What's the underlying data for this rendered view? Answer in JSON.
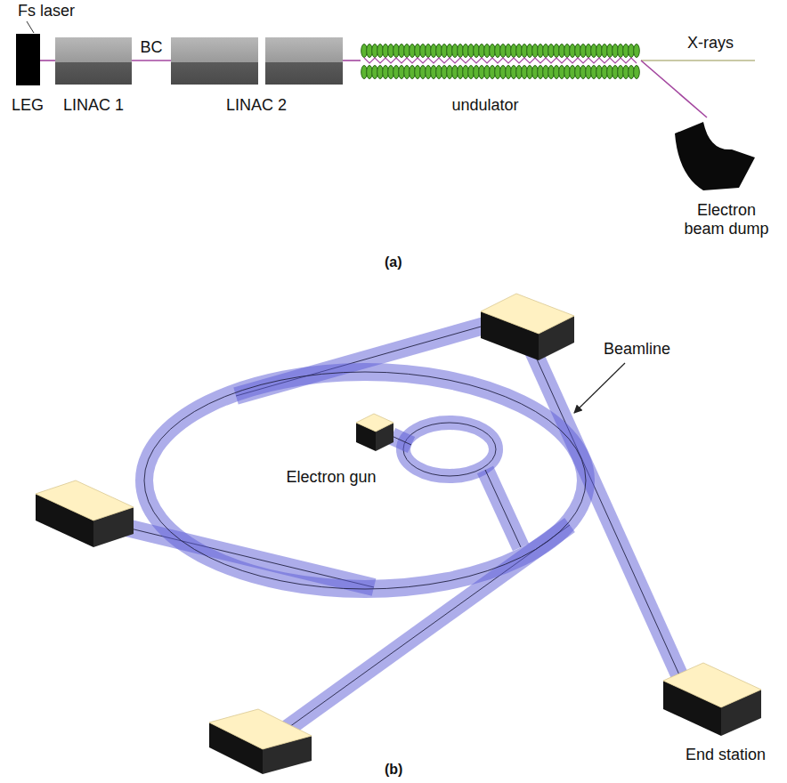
{
  "diagram": {
    "nodes": [
      {
        "text": [
          "LEG"
        ]
      },
      {
        "text": [
          "LINAC 1"
        ]
      },
      {
        "text": [
          "LINAC 2"
        ]
      },
      {
        "text": [
          "undulator"
        ]
      },
      {
        "text": [
          "Electron beam dump"
        ]
      },
      {
        "text": [
          "Electron gun"
        ]
      },
      {
        "text": [
          "End station"
        ]
      }
    ],
    "edges": [
      {
        "from": 0,
        "to": 1,
        "arrow": "none"
      },
      {
        "from": 1,
        "to": 2,
        "label": "BC",
        "arrow": "none"
      },
      {
        "from": 2,
        "to": 3,
        "arrow": "none"
      },
      {
        "from": 3,
        "to": 4,
        "arrow": "none"
      }
    ],
    "labels": [
      "Fs laser",
      "X-rays",
      "(a)",
      "Beamline",
      "(b)"
    ]
  }
}
